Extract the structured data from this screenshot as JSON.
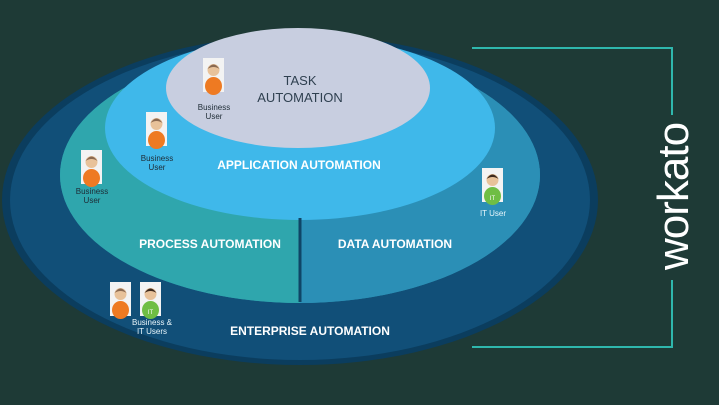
{
  "diagram": {
    "layers": [
      {
        "id": "enterprise",
        "label": "ENTERPRISE AUTOMATION",
        "color": "#0f4b73"
      },
      {
        "id": "process",
        "label": "PROCESS AUTOMATION",
        "color": "#2d9fb0"
      },
      {
        "id": "data",
        "label": "DATA AUTOMATION",
        "color": "#2d9fb0"
      },
      {
        "id": "application",
        "label": "APPLICATION AUTOMATION",
        "color": "#3db5e8"
      },
      {
        "id": "task",
        "label_line1": "TASK",
        "label_line2": "AUTOMATION",
        "color": "#c9cfe0"
      }
    ],
    "users": {
      "task_user": {
        "line1": "Business",
        "line2": "User"
      },
      "application_user": {
        "line1": "Business",
        "line2": "User"
      },
      "process_user": {
        "line1": "Business",
        "line2": "User"
      },
      "it_user": {
        "line1": "IT User"
      },
      "enterprise_users": {
        "line1": "Business &",
        "line2": "IT Users"
      }
    },
    "brand": "workato",
    "bracket_color": "#2fb7ad"
  }
}
